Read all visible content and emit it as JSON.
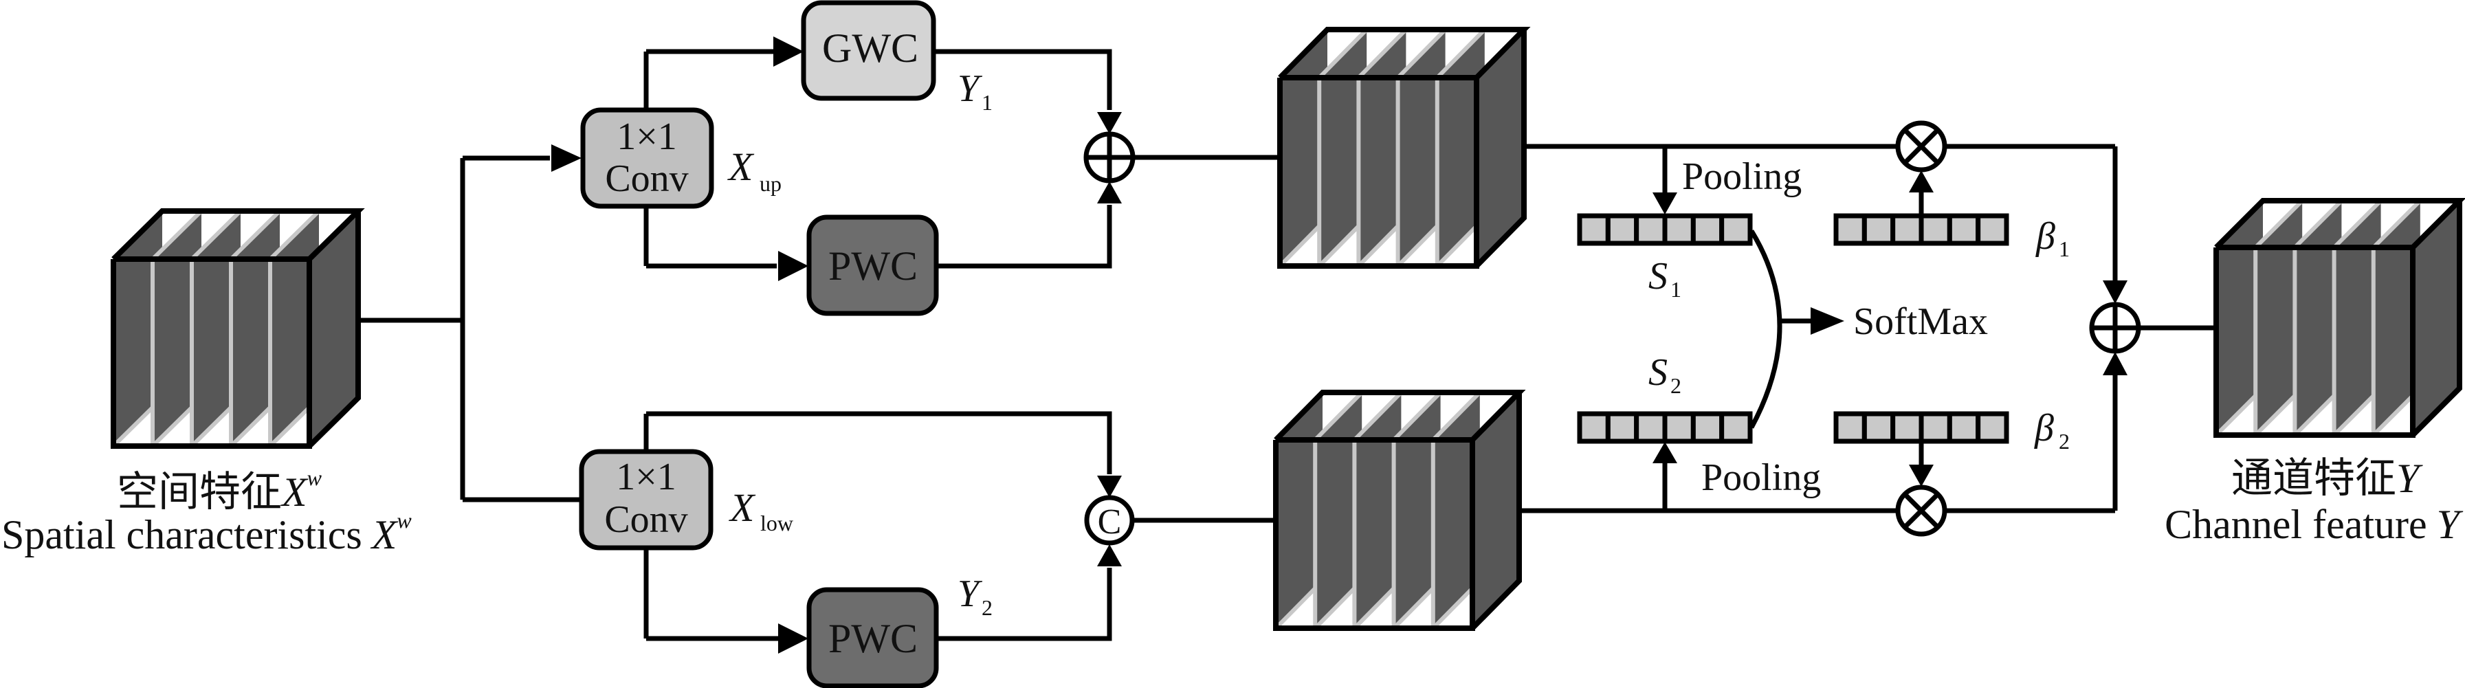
{
  "diagram": {
    "input": {
      "label_cn": "空间特征",
      "label_en": "Spatial characteristics",
      "symbol": "X",
      "superscript": "w"
    },
    "output": {
      "label_cn": "通道特征",
      "label_en": "Channel feature",
      "symbol": "Y"
    },
    "upper_branch": {
      "conv_line1": "1×1",
      "conv_line2": "Conv",
      "split_symbol": "X",
      "split_subscript": "up",
      "gwc_label": "GWC",
      "pwc_label": "PWC",
      "result_symbol": "Y",
      "result_subscript": "1",
      "merge_op": "add"
    },
    "lower_branch": {
      "conv_line1": "1×1",
      "conv_line2": "Conv",
      "split_symbol": "X",
      "split_subscript": "low",
      "pwc_label": "PWC",
      "result_symbol": "Y",
      "result_subscript": "2",
      "merge_op": "concat",
      "merge_label": "C"
    },
    "fusion": {
      "pooling_top": "Pooling",
      "pooling_bottom": "Pooling",
      "s1_symbol": "S",
      "s1_subscript": "1",
      "s2_symbol": "S",
      "s2_subscript": "2",
      "softmax": "SoftMax",
      "beta1_symbol": "β",
      "beta1_subscript": "1",
      "beta2_symbol": "β",
      "beta2_subscript": "2",
      "vector_cells": 6,
      "multiply_op": "multiply",
      "final_op": "add"
    },
    "colors": {
      "gwc_fill": "#d4d4d4",
      "conv_fill": "#c0c0c0",
      "pwc_fill": "#6d6d6d",
      "cube_fill": "#575757",
      "vector_fill": "#c9c9c9"
    }
  }
}
